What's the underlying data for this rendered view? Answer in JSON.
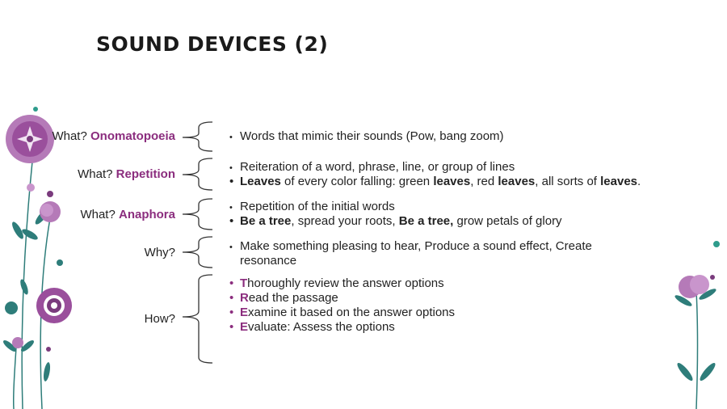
{
  "slide": {
    "title": "SOUND DEVICES (2)"
  },
  "rows": [
    {
      "label_prefix": "What? ",
      "label_term": "Onomatopoeia",
      "bullets": [
        {
          "text": "Words that mimic their sounds (Pow, bang zoom)"
        }
      ]
    },
    {
      "label_prefix": "What? ",
      "label_term": "Repetition",
      "bullets": [
        {
          "text": "Reiteration of a word, phrase, line, or group of lines"
        },
        {
          "parts": [
            "Leaves",
            " of every color falling: green ",
            "leaves",
            ", red ",
            "leaves",
            ", all sorts of ",
            "leaves",
            "."
          ]
        }
      ]
    },
    {
      "label_prefix": "What? ",
      "label_term": "Anaphora",
      "bullets": [
        {
          "text": "Repetition of the initial words"
        },
        {
          "parts": [
            "Be a tree",
            ", spread your roots, ",
            "Be a tree,",
            " grow petals of glory"
          ]
        }
      ]
    },
    {
      "label_prefix": "Why?",
      "bullets": [
        {
          "line1": "Make something pleasing to hear, Produce a sound effect, Create",
          "line2": "resonance"
        }
      ]
    },
    {
      "label_prefix": "How?",
      "bullets": [
        {
          "letter": "T",
          "rest": "horoughly review the answer options"
        },
        {
          "letter": "R",
          "rest": "ead the passage"
        },
        {
          "letter": "E",
          "rest": "xamine it based on the answer options"
        },
        {
          "letter": "E",
          "rest": "valuate: Assess the options"
        }
      ]
    }
  ],
  "colors": {
    "accent": "#8b2d7e",
    "flower_light": "#b57ab8",
    "flower_dark": "#7a3b7d",
    "leaf": "#2e7d7a",
    "brace": "#333333"
  },
  "icons": {
    "bullet": "•",
    "brace": "curly-brace",
    "flowers": "flower-decoration"
  }
}
